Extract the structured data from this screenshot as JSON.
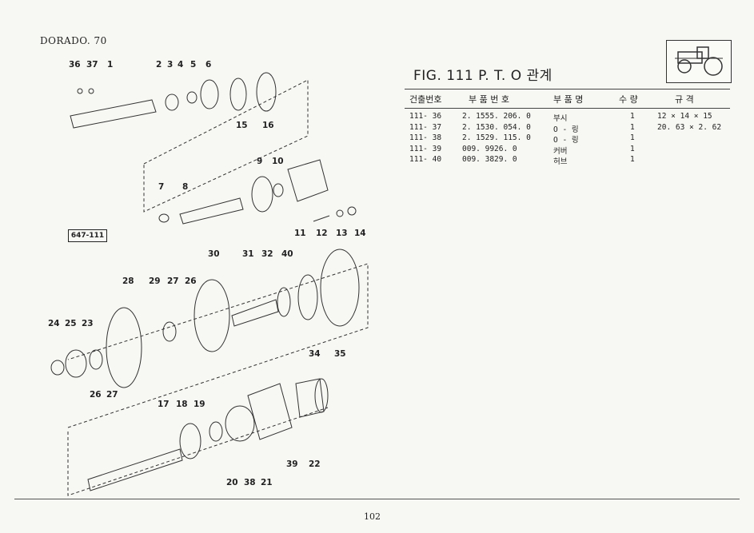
{
  "model": "DORADO. 70",
  "figure_title": "FIG. 111 P. T. O 관계",
  "reference_box": "647-111",
  "page_number": "102",
  "table": {
    "columns": [
      "건출번호",
      "부 품 번 호",
      "부 품 명",
      "수 량",
      "규   격"
    ],
    "rows": [
      [
        "111- 36",
        "2. 1555. 206. 0",
        "부시",
        "1",
        "12 × 14 × 15"
      ],
      [
        "111- 37",
        "2. 1530. 054. 0",
        "O - 링",
        "1",
        "20. 63 × 2. 62"
      ],
      [
        "111- 38",
        "2. 1529. 115. 0",
        "O - 링",
        "1",
        ""
      ],
      [
        "111- 39",
        "009. 9926. 0",
        "커버",
        "1",
        ""
      ],
      [
        "111- 40",
        "009. 3829. 0",
        "허브",
        "1",
        ""
      ]
    ]
  },
  "callouts": [
    "36",
    "37",
    "1",
    "2",
    "3",
    "4",
    "5",
    "6",
    "15",
    "16",
    "9",
    "10",
    "7",
    "8",
    "11",
    "12",
    "13",
    "14",
    "30",
    "31",
    "32",
    "40",
    "28",
    "29",
    "27",
    "26",
    "24",
    "25",
    "23",
    "26",
    "27",
    "34",
    "35",
    "17",
    "18",
    "19",
    "39",
    "22",
    "20",
    "38",
    "21"
  ]
}
